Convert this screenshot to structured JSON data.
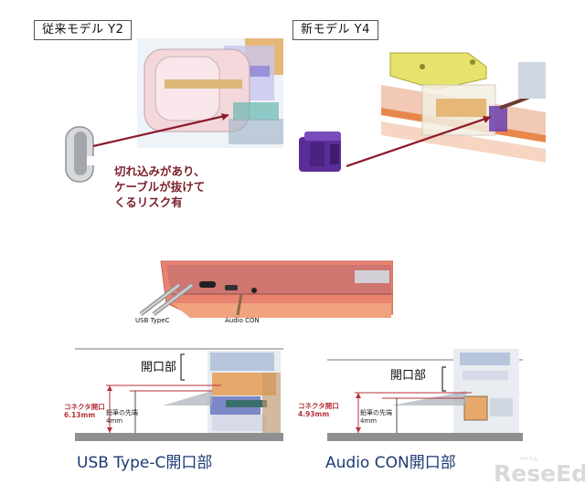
{
  "top": {
    "old_model_label": "従来モデル Y2",
    "new_model_label": "新モデル Y4",
    "risk_note_lines": [
      "切れ込みがあり、",
      "ケーブルが抜けて",
      "くるリスク有"
    ]
  },
  "middle": {
    "usb_label": "USB TypeC",
    "audio_label": "Audio CON"
  },
  "bottom_left": {
    "opening_label": "開口部",
    "connector_opening": [
      "コネクタ開口",
      "6.13mm"
    ],
    "pencil_tip": [
      "鉛筆の先端",
      "4mm"
    ],
    "caption": "USB Type-C開口部"
  },
  "bottom_right": {
    "opening_label": "開口部",
    "connector_opening": [
      "コネクタ開口",
      "4.93mm"
    ],
    "pencil_tip": [
      "鉛筆の先端",
      "4mm"
    ],
    "caption": "Audio CON開口部"
  },
  "watermark": {
    "text": "ReseEd",
    "sub": "リセマム"
  },
  "colors": {
    "annotation_red": "#b8323b",
    "note_red": "#7a1f2b",
    "caption_blue": "#1d3a72",
    "purple_cap": "#5b2d98",
    "orange_edge": "#e8874b"
  }
}
